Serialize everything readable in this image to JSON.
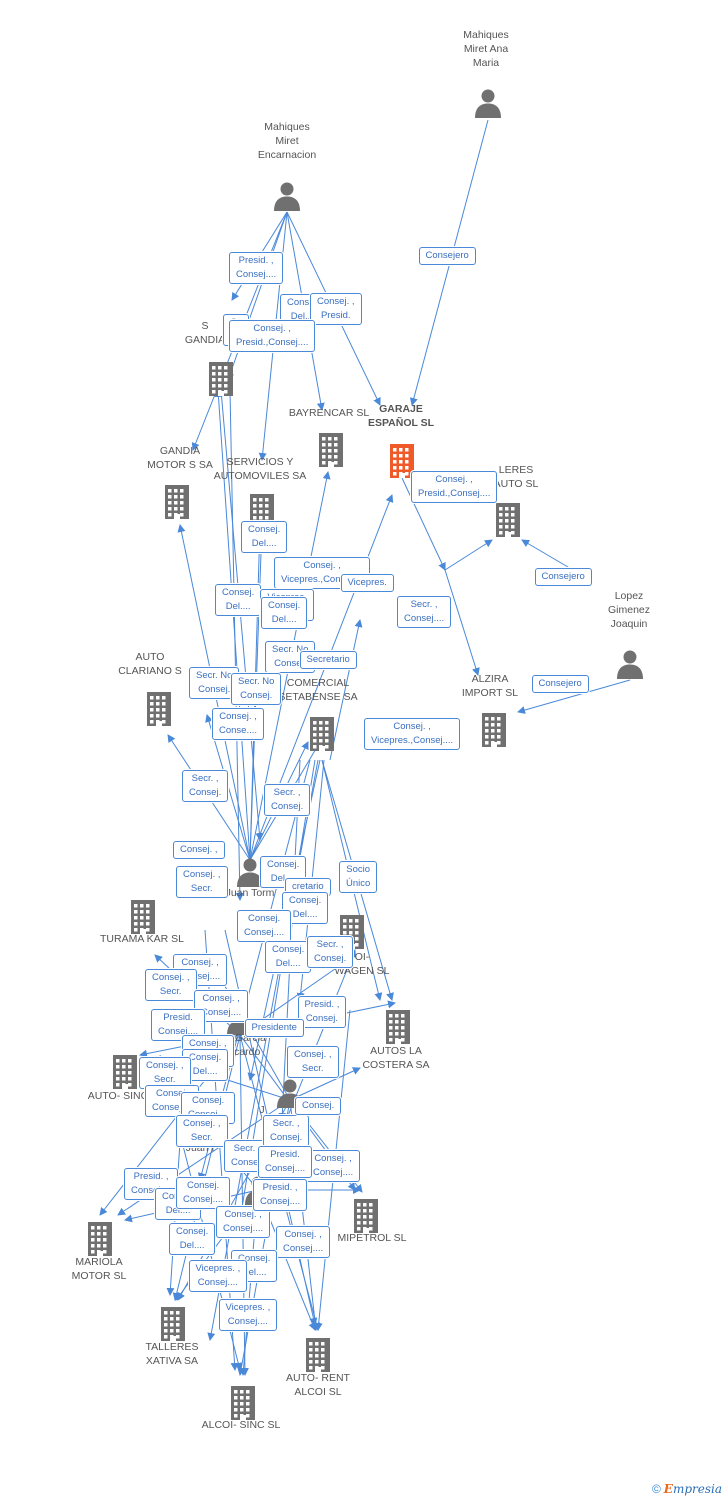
{
  "colors": {
    "edge": "#4a88d8",
    "company": "#707070",
    "focus_company": "#f05a28",
    "person": "#707070"
  },
  "nodes": [
    {
      "id": "p_ana",
      "kind": "person",
      "label": "Mahiques\nMiret Ana\nMaria"
    },
    {
      "id": "p_encarnacion",
      "kind": "person",
      "label": "Mahiques\nMiret\nEncarnacion"
    },
    {
      "id": "p_lopez",
      "kind": "person",
      "label": "Lopez\nGimenez\nJoaquin"
    },
    {
      "id": "p_juan_torm",
      "kind": "person",
      "label": "Juan Torm"
    },
    {
      "id": "p_garcia",
      "kind": "person",
      "label": "n Garcia\nicardo"
    },
    {
      "id": "p_j",
      "kind": "person",
      "label": "J"
    },
    {
      "id": "p_juan_i",
      "kind": "person",
      "label": "Juan I"
    },
    {
      "id": "c_garaje",
      "kind": "company-focus",
      "label": "GARAJE\nESPAÑOL SL"
    },
    {
      "id": "c_bayrencar",
      "kind": "company",
      "label": "BAYRENCAR SL"
    },
    {
      "id": "c_gandia_s",
      "kind": "company",
      "label": "S\nGANDIA"
    },
    {
      "id": "c_gandia_motor",
      "kind": "company",
      "label": "GANDIA\nMOTOR S SA"
    },
    {
      "id": "c_servicios",
      "kind": "company",
      "label": "SERVICIOS Y\nAUTOMOVILES SA"
    },
    {
      "id": "c_talleres_auto",
      "kind": "company",
      "label": "LERES\nAUTO SL"
    },
    {
      "id": "c_auto_clariano",
      "kind": "company",
      "label": "AUTO\nCLARIANO S"
    },
    {
      "id": "c_comercial",
      "kind": "company",
      "label": "COMERCIAL\nSETABENSE SA"
    },
    {
      "id": "c_alzira",
      "kind": "company",
      "label": "ALZIRA\nIMPORT SL"
    },
    {
      "id": "c_turama",
      "kind": "company",
      "label": "TURAMA KAR SL"
    },
    {
      "id": "c_wagen",
      "kind": "company",
      "label": "OI-\nWAGEN SL"
    },
    {
      "id": "c_autos_costera",
      "kind": "company",
      "label": "AUTOS LA\nCOSTERA SA"
    },
    {
      "id": "c_auto_sinc",
      "kind": "company",
      "label": "AUTO- SINC"
    },
    {
      "id": "c_mipetrol",
      "kind": "company",
      "label": "MIPETROL SL"
    },
    {
      "id": "c_mariola",
      "kind": "company",
      "label": "MARIOLA\nMOTOR SL"
    },
    {
      "id": "c_talleres_xativa",
      "kind": "company",
      "label": "TALLERES\nXATIVA SA"
    },
    {
      "id": "c_autorent",
      "kind": "company",
      "label": "AUTO- RENT\nALCOI SL"
    },
    {
      "id": "c_alcoi_sinc",
      "kind": "company",
      "label": "ALCOI- SINC SL"
    }
  ],
  "edge_labels": [
    "Consejero",
    "Presid. ,\nConsej....",
    "Consej.\nDel....",
    "Consej. ,\nPresid.",
    "Co\nDe",
    "Consej. ,\nPresid.,Consej....",
    "Consej. ,\nPresid.,Consej....",
    "Consej.\nDel....",
    "Consej. ,\nVicepres.,Consej....",
    "Vicepres.",
    "Consej.\nDel....",
    "Vicepres.\nConsej....",
    "Consej.\nDel....",
    "Secr. ,\nConsej....",
    "Consejero",
    "Secr. No\nConsej.",
    "Secretario",
    "Secr. No\nConsej.",
    "Secr. No\nConsej.",
    "Consej. ,\nConse....",
    "Consejero",
    "Consej. ,\nVicepres.,Consej....",
    "Secr. ,\nConsej.",
    "Secr. ,\nConsej.",
    "Socio\nÚnico",
    "Consej. ,",
    "Consej. ,\nSecr.",
    "Consej.\nDel....",
    "cretario",
    "Consej.\nDel....",
    "Consej.\nConsej....",
    "Consej.\nDel....",
    "Secr. ,\nConsej.",
    "Consej. ,\nConsej....",
    "Consej. ,\nSecr.",
    "Consej. ,\nConsej....",
    "Presid. ,\nConsej.",
    "Presid.\nConsej....",
    "Presidente",
    "Consej. ,\nSecr.",
    "Consej.\nDel....",
    "Consej. ,\nSecr.",
    "Consej. ,\nSecr.",
    "Consej.\nConsej....",
    "Consej.\nConsej....",
    "Consej. ,\nSecr.",
    "Secr. ,\nConsej.",
    "Secr. ,\nConsej.",
    "Consej.",
    "Presid. ,\nConsej....",
    "Consej. ,\nConsej....",
    "Presid.\nConsej....",
    "Consej.\nDel....",
    "Consej.\nConsej....",
    "Consej. ,\nConsej....",
    "Consej. ,\nConsej....",
    "Presid. ,\nConsej....",
    "Consej.\nDel....",
    "Consej.\nDel....",
    "Vicepres. ,\nConsej....",
    "Vicepres. ,\nConsej...."
  ],
  "footer": {
    "copyright": "©",
    "brand_e": "E",
    "brand_rest": "mpresia"
  }
}
